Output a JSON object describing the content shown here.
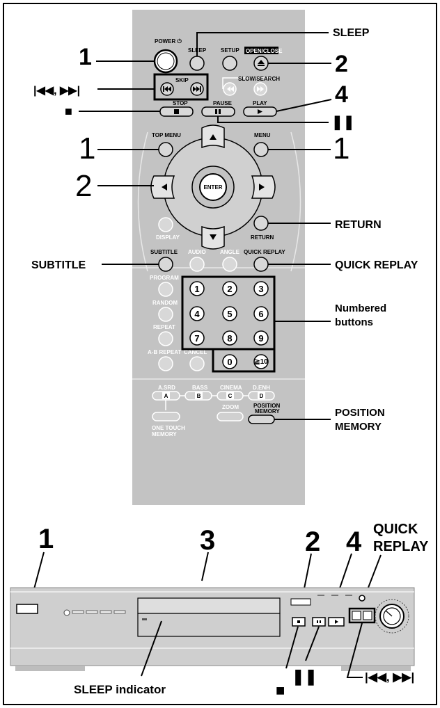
{
  "remote": {
    "buttons": {
      "power": "POWER ⏻",
      "sleep": "SLEEP",
      "setup": "SETUP",
      "open_close": "OPEN/CLOSE",
      "skip": "SKIP",
      "slow_search": "SLOW/SEARCH",
      "stop": "STOP",
      "pause": "PAUSE",
      "play": "PLAY",
      "top_menu": "TOP MENU",
      "menu": "MENU",
      "enter": "ENTER",
      "display": "DISPLAY",
      "return": "RETURN",
      "subtitle": "SUBTITLE",
      "audio": "AUDIO",
      "angle": "ANGLE",
      "quick_replay": "QUICK REPLAY",
      "program": "PROGRAM",
      "random": "RANDOM",
      "repeat": "REPEAT",
      "ab_repeat": "A-B REPEAT",
      "cancel": "CANCEL",
      "asrd": "A.SRD",
      "bass": "BASS",
      "cinema": "CINEMA",
      "denh": "D.ENH",
      "zoom": "ZOOM",
      "position_memory_1": "POSITION",
      "position_memory_2": "MEMORY",
      "one_touch_1": "ONE TOUCH",
      "one_touch_2": "MEMORY",
      "letter_a": "A",
      "letter_b": "B",
      "letter_c": "C",
      "letter_d": "D"
    },
    "numbers": [
      "1",
      "2",
      "3",
      "4",
      "5",
      "6",
      "7",
      "8",
      "9",
      "0",
      "≧10"
    ]
  },
  "callouts": {
    "sleep": "SLEEP",
    "step_1": "1",
    "step_2": "2",
    "step_4": "4",
    "skip_symbols": "|◀◀, ▶▶|",
    "stop_symbol": "■",
    "pause_symbol": "❚❚",
    "thin_1_left": "1",
    "thin_1_right": "1",
    "thin_2_left": "2",
    "return": "RETURN",
    "subtitle": "SUBTITLE",
    "quick_replay": "QUICK REPLAY",
    "numbered_1": "Numbered",
    "numbered_2": "buttons",
    "position_1": "POSITION",
    "position_2": "MEMORY"
  },
  "player_callouts": {
    "step_1": "1",
    "step_3": "3",
    "step_2": "2",
    "step_4": "4",
    "quick_1": "QUICK",
    "quick_2": "REPLAY",
    "sleep_indicator": "SLEEP indicator",
    "stop_symbol": "■",
    "pause_symbol": "❚❚",
    "skip_symbols": "|◀◀, ▶▶|"
  }
}
